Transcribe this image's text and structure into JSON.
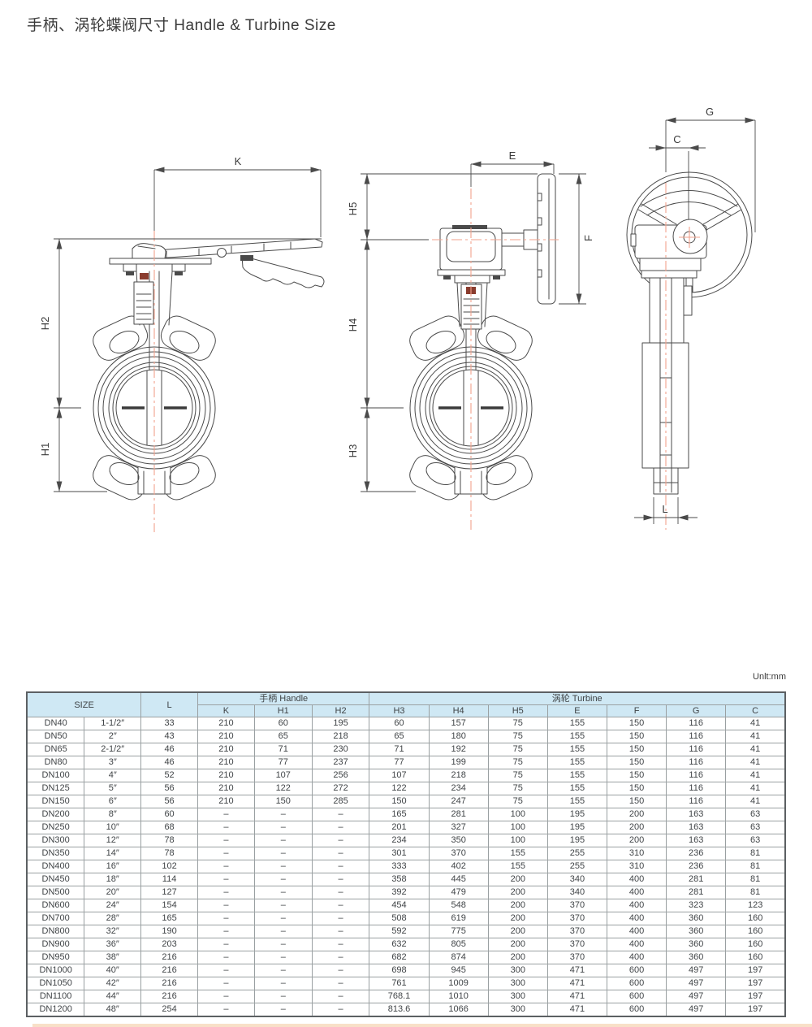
{
  "page": {
    "title": "手柄、涡轮蝶阀尺寸 Handle & Turbine Size",
    "unit_label": "Unlt:mm"
  },
  "drawings": {
    "handle_view": {
      "dim_k": "K",
      "dim_h2": "H2",
      "dim_h1": "H1"
    },
    "turbine_side_view": {
      "dim_e": "E",
      "dim_h5": "H5",
      "dim_h4": "H4",
      "dim_h3": "H3",
      "dim_f": "F"
    },
    "turbine_front_view": {
      "dim_g": "G",
      "dim_c": "C",
      "dim_l": "L"
    }
  },
  "table": {
    "header": {
      "size": "SIZE",
      "l": "L",
      "handle_group": "手柄 Handle",
      "turbine_group": "涡轮 Turbine",
      "sub_headers": [
        "K",
        "H1",
        "H2",
        "H3",
        "H4",
        "H5",
        "E",
        "F",
        "G",
        "C"
      ]
    },
    "rows": [
      [
        "DN40",
        "1-1/2″",
        "33",
        "210",
        "60",
        "195",
        "60",
        "157",
        "75",
        "155",
        "150",
        "116",
        "41"
      ],
      [
        "DN50",
        "2″",
        "43",
        "210",
        "65",
        "218",
        "65",
        "180",
        "75",
        "155",
        "150",
        "116",
        "41"
      ],
      [
        "DN65",
        "2-1/2″",
        "46",
        "210",
        "71",
        "230",
        "71",
        "192",
        "75",
        "155",
        "150",
        "116",
        "41"
      ],
      [
        "DN80",
        "3″",
        "46",
        "210",
        "77",
        "237",
        "77",
        "199",
        "75",
        "155",
        "150",
        "116",
        "41"
      ],
      [
        "DN100",
        "4″",
        "52",
        "210",
        "107",
        "256",
        "107",
        "218",
        "75",
        "155",
        "150",
        "116",
        "41"
      ],
      [
        "DN125",
        "5″",
        "56",
        "210",
        "122",
        "272",
        "122",
        "234",
        "75",
        "155",
        "150",
        "116",
        "41"
      ],
      [
        "DN150",
        "6″",
        "56",
        "210",
        "150",
        "285",
        "150",
        "247",
        "75",
        "155",
        "150",
        "116",
        "41"
      ],
      [
        "DN200",
        "8″",
        "60",
        "–",
        "–",
        "–",
        "165",
        "281",
        "100",
        "195",
        "200",
        "163",
        "63"
      ],
      [
        "DN250",
        "10″",
        "68",
        "–",
        "–",
        "–",
        "201",
        "327",
        "100",
        "195",
        "200",
        "163",
        "63"
      ],
      [
        "DN300",
        "12″",
        "78",
        "–",
        "–",
        "–",
        "234",
        "350",
        "100",
        "195",
        "200",
        "163",
        "63"
      ],
      [
        "DN350",
        "14″",
        "78",
        "–",
        "–",
        "–",
        "301",
        "370",
        "155",
        "255",
        "310",
        "236",
        "81"
      ],
      [
        "DN400",
        "16″",
        "102",
        "–",
        "–",
        "–",
        "333",
        "402",
        "155",
        "255",
        "310",
        "236",
        "81"
      ],
      [
        "DN450",
        "18″",
        "114",
        "–",
        "–",
        "–",
        "358",
        "445",
        "200",
        "340",
        "400",
        "281",
        "81"
      ],
      [
        "DN500",
        "20″",
        "127",
        "–",
        "–",
        "–",
        "392",
        "479",
        "200",
        "340",
        "400",
        "281",
        "81"
      ],
      [
        "DN600",
        "24″",
        "154",
        "–",
        "–",
        "–",
        "454",
        "548",
        "200",
        "370",
        "400",
        "323",
        "123"
      ],
      [
        "DN700",
        "28″",
        "165",
        "–",
        "–",
        "–",
        "508",
        "619",
        "200",
        "370",
        "400",
        "360",
        "160"
      ],
      [
        "DN800",
        "32″",
        "190",
        "–",
        "–",
        "–",
        "592",
        "775",
        "200",
        "370",
        "400",
        "360",
        "160"
      ],
      [
        "DN900",
        "36″",
        "203",
        "–",
        "–",
        "–",
        "632",
        "805",
        "200",
        "370",
        "400",
        "360",
        "160"
      ],
      [
        "DN950",
        "38″",
        "216",
        "–",
        "–",
        "–",
        "682",
        "874",
        "200",
        "370",
        "400",
        "360",
        "160"
      ],
      [
        "DN1000",
        "40″",
        "216",
        "–",
        "–",
        "–",
        "698",
        "945",
        "300",
        "471",
        "600",
        "497",
        "197"
      ],
      [
        "DN1050",
        "42″",
        "216",
        "–",
        "–",
        "–",
        "761",
        "1009",
        "300",
        "471",
        "600",
        "497",
        "197"
      ],
      [
        "DN1100",
        "44″",
        "216",
        "–",
        "–",
        "–",
        "768.1",
        "1010",
        "300",
        "471",
        "600",
        "497",
        "197"
      ],
      [
        "DN1200",
        "48″",
        "254",
        "–",
        "–",
        "–",
        "813.6",
        "1066",
        "300",
        "471",
        "600",
        "497",
        "197"
      ]
    ]
  },
  "colors": {
    "header_fill": "#cfe8f4",
    "centerline": "#f2a38e",
    "accent_bar": "#f8e0c8",
    "line": "#4a4a4a"
  }
}
